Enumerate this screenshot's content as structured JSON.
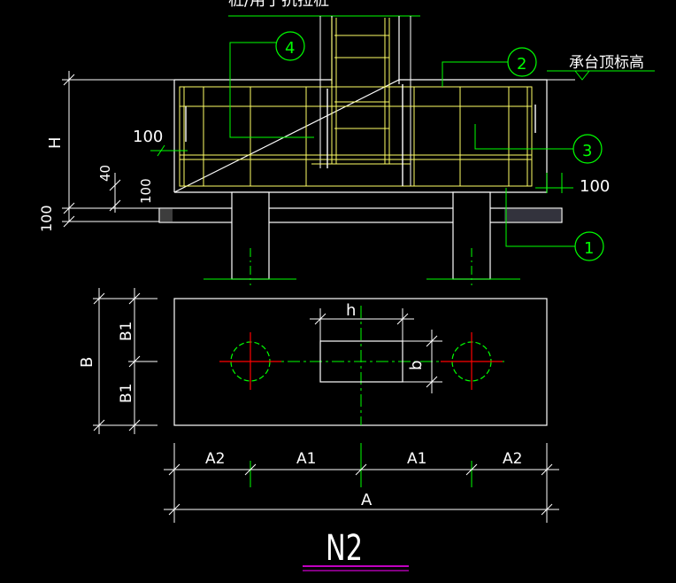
{
  "drawing": {
    "title": "N2",
    "top_label": "桩/用于抗拉桩",
    "cap_top_label": "承台顶标高",
    "callouts": [
      "1",
      "2",
      "3",
      "4"
    ],
    "dims": {
      "H": "H",
      "d100_left": "100",
      "d100_right": "100",
      "d40": "40",
      "d100_v": "100",
      "d100_bottom": "100",
      "B": "B",
      "B1_top": "B1",
      "B1_bottom": "B1",
      "h": "h",
      "b": "b",
      "A2_left": "A2",
      "A1_left": "A1",
      "A1_right": "A1",
      "A2_right": "A2",
      "A": "A"
    },
    "colors": {
      "background": "#000000",
      "outline": "#ffffff",
      "rebar": "#ffff66",
      "callout": "#00ff00",
      "center_mark": "#ff0000",
      "underline": "#ff00ff"
    }
  }
}
